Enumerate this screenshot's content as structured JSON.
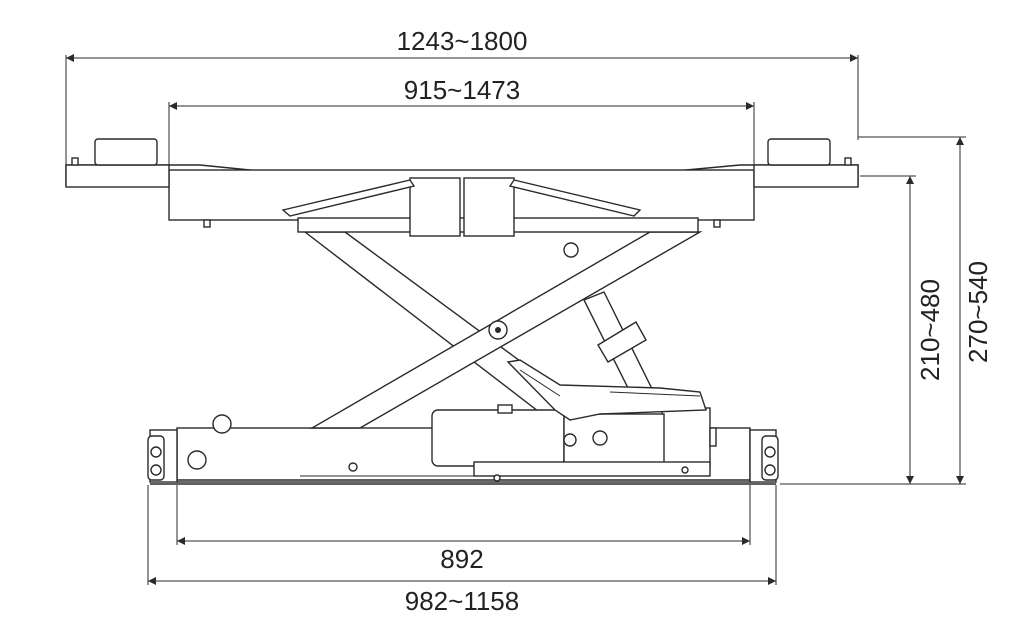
{
  "dimensions": {
    "platform_width": "1243~1800",
    "arm_width": "915~1473",
    "base_length": "892",
    "overall_length": "982~1158",
    "lift_range_inner": "210~480",
    "lift_range_outer": "270~540"
  },
  "colors": {
    "line": "#2a2a2a",
    "background": "#ffffff"
  }
}
